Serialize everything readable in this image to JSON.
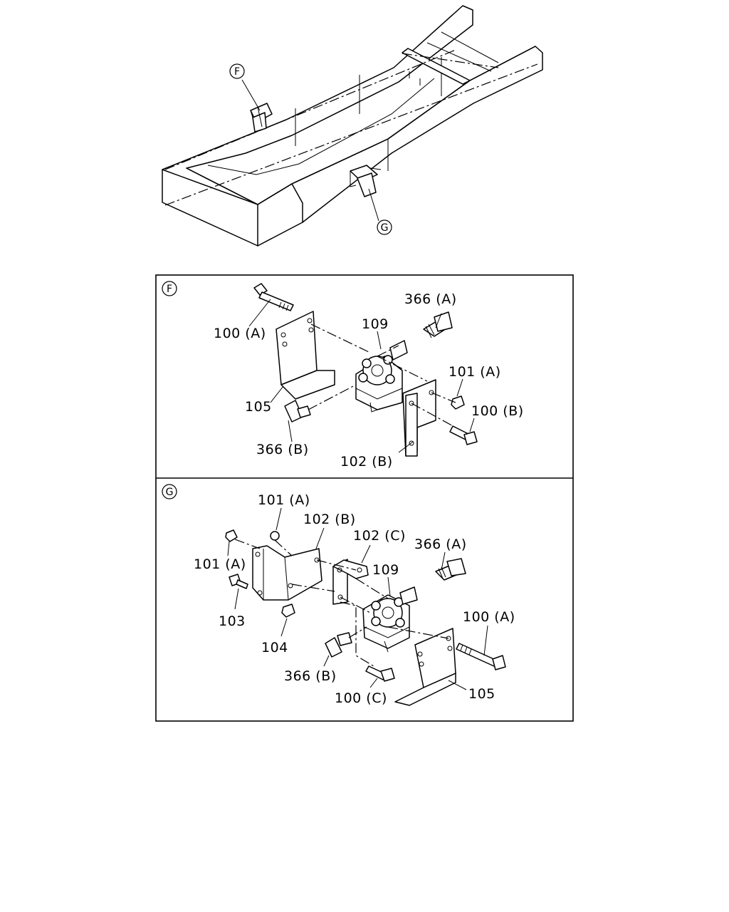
{
  "overview": {
    "callout_f": "F",
    "callout_g": "G"
  },
  "detail_f": {
    "badge": "F",
    "labels": [
      "100 (A)",
      "366 (A)",
      "109",
      "101 (A)",
      "100 (B)",
      "105",
      "366 (B)",
      "102 (B)"
    ]
  },
  "detail_g": {
    "badge": "G",
    "labels": [
      "101 (A)",
      "102 (B)",
      "102 (C)",
      "366 (A)",
      "101 (A)",
      "109",
      "103",
      "104",
      "100 (A)",
      "366 (B)",
      "100 (C)",
      "105"
    ]
  }
}
